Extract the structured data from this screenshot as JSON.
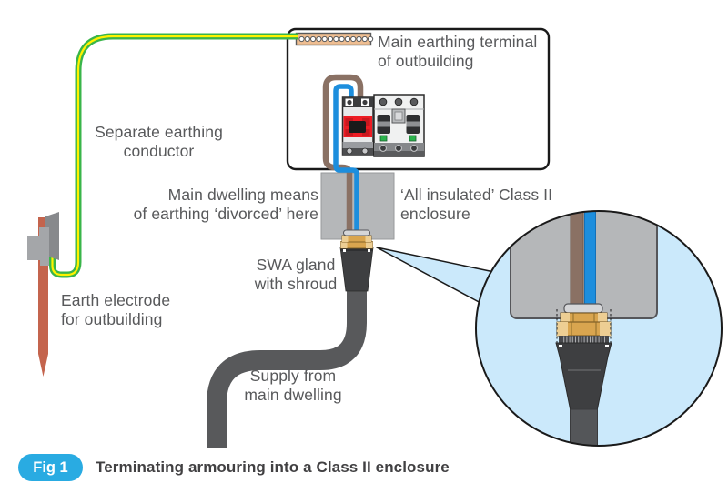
{
  "figure": {
    "tag": "Fig 1",
    "caption": "Terminating armouring into a Class II enclosure"
  },
  "labels": {
    "main_earthing_terminal": "Main earthing terminal\nof outbuilding",
    "separate_earthing_conductor": "Separate earthing\nconductor",
    "main_dwelling_divorced": "Main dwelling means\nof earthing ‘divorced’ here",
    "all_insulated_enclosure": "‘All insulated’ Class II\nenclosure",
    "swa_gland": "SWA gland\nwith shroud",
    "supply": "Supply from\nmain dwelling",
    "earth_electrode": "Earth electrode\nfor outbuilding"
  },
  "colors": {
    "pill": "#29abe2",
    "text": "#58595b",
    "caption": "#414042",
    "wireGreen": "#39b54a",
    "wireYellow": "#fff200",
    "wireBrown": "#8a7164",
    "wireBlue": "#1d8edd",
    "cableGrey": "#58595b",
    "shroudBlack": "#3e3f41",
    "enclosureGrey": "#b5b7b9",
    "brass": "#d9a54f",
    "brassLight": "#edce93",
    "calloutBlue": "#cbe9fb",
    "terminalTan": "#efbe92",
    "rodCopper": "#c4644d",
    "breakerRed": "#ed1c24",
    "ledGreen": "#2bb24c"
  },
  "terminal_bar": {
    "hole_count": 13
  },
  "magnifier": {
    "knurl_stripe_count": 16
  }
}
